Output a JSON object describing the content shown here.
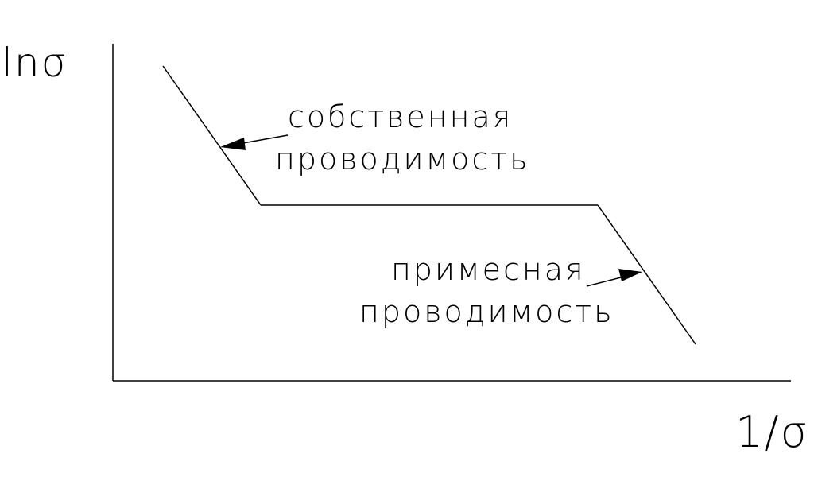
{
  "chart_data": {
    "type": "line",
    "ylabel": "lnσ",
    "xlabel": "1/σ",
    "annotations": [
      {
        "line1": "собственная",
        "line2": "проводимость"
      },
      {
        "line1": "примесная",
        "line2": "проводимость"
      }
    ],
    "colors": {
      "line": "#000000",
      "background": "#ffffff"
    }
  }
}
